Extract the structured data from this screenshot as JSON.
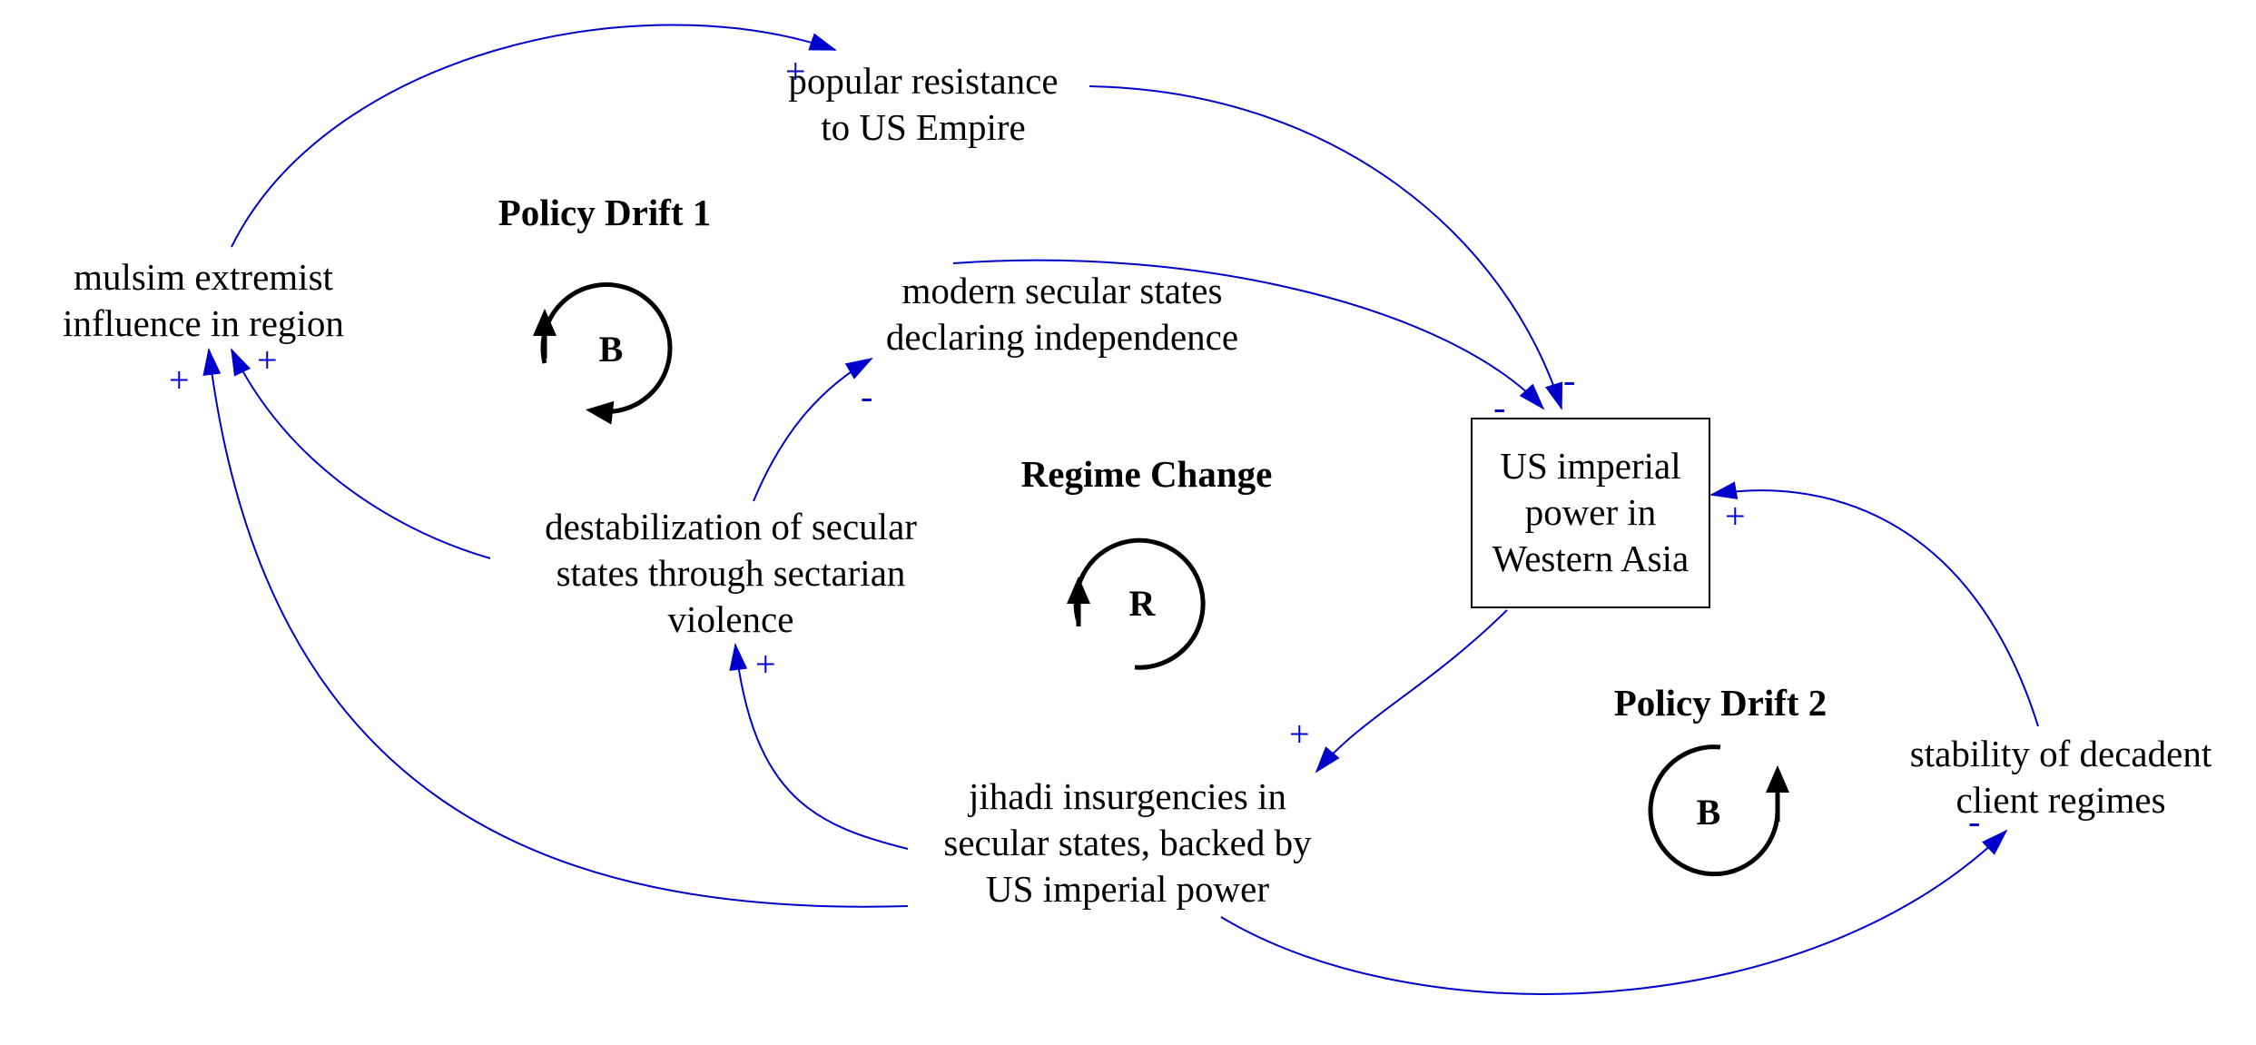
{
  "variables": {
    "popular_resistance": [
      "popular resistance",
      "to US Empire"
    ],
    "muslim_extremist": [
      "mulsim extremist",
      "influence in region"
    ],
    "modern_secular": [
      "modern secular states",
      "declaring independence"
    ],
    "destabilization": [
      "destabilization of secular",
      "states through sectarian",
      "violence"
    ],
    "us_imperial_power": [
      "US imperial",
      "power in",
      "Western Asia"
    ],
    "jihadi_insurgencies": [
      "jihadi insurgencies in",
      "secular states, backed by",
      "US imperial power"
    ],
    "stability_client": [
      "stability of decadent",
      "client regimes"
    ]
  },
  "loops": {
    "policy_drift_1": {
      "title": "Policy Drift 1",
      "letter": "B"
    },
    "regime_change": {
      "title": "Regime Change",
      "letter": "R"
    },
    "policy_drift_2": {
      "title": "Policy Drift 2",
      "letter": "B"
    }
  },
  "links": [
    {
      "from": "muslim_extremist",
      "to": "popular_resistance",
      "polarity": "+"
    },
    {
      "from": "popular_resistance",
      "to": "us_imperial_power",
      "polarity": "-"
    },
    {
      "from": "modern_secular",
      "to": "us_imperial_power",
      "polarity": "-"
    },
    {
      "from": "destabilization",
      "to": "modern_secular",
      "polarity": "-"
    },
    {
      "from": "destabilization",
      "to": "muslim_extremist",
      "polarity": "+"
    },
    {
      "from": "jihadi_insurgencies",
      "to": "muslim_extremist",
      "polarity": "+"
    },
    {
      "from": "jihadi_insurgencies",
      "to": "destabilization",
      "polarity": "+"
    },
    {
      "from": "us_imperial_power",
      "to": "jihadi_insurgencies",
      "polarity": "+"
    },
    {
      "from": "jihadi_insurgencies",
      "to": "stability_client",
      "polarity": "-"
    },
    {
      "from": "stability_client",
      "to": "us_imperial_power",
      "polarity": "+"
    }
  ],
  "colors": {
    "link": "#0000cc",
    "polarity": "#0000cc",
    "loop_arrow": "#000000",
    "text": "#000000"
  }
}
